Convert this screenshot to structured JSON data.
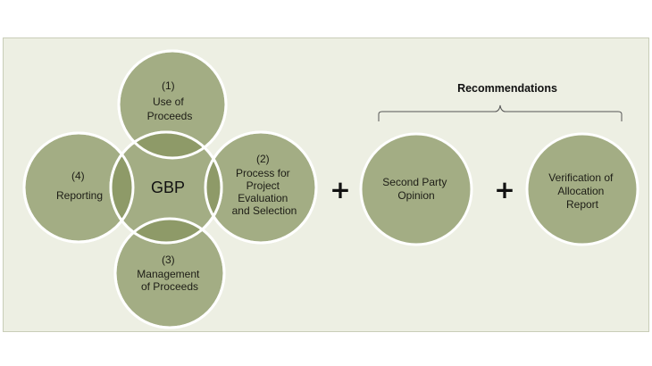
{
  "center": {
    "label": "GBP"
  },
  "components": [
    {
      "id": "use-of-proceeds",
      "lines": [
        "(1)",
        "Use of",
        "Proceeds"
      ]
    },
    {
      "id": "process-evaluation",
      "lines": [
        "(2)",
        "Process for",
        "Project",
        "Evaluation",
        "and Selection"
      ]
    },
    {
      "id": "management-proceeds",
      "lines": [
        "(3)",
        "Management",
        "of Proceeds"
      ]
    },
    {
      "id": "reporting",
      "lines": [
        "(4)",
        "Reporting"
      ]
    }
  ],
  "operators": [
    "+",
    "+"
  ],
  "recommendations": {
    "title": "Recommendations",
    "items": [
      {
        "id": "second-party-opinion",
        "lines": [
          "Second Party",
          "Opinion"
        ]
      },
      {
        "id": "verification-report",
        "lines": [
          "Verification of",
          "Allocation",
          "Report"
        ]
      }
    ]
  },
  "colors": {
    "circle_fill": "#a3ad84",
    "overlap_fill": "#8e9a68",
    "panel_background": "#edefe3",
    "circle_border": "#ffffff"
  }
}
